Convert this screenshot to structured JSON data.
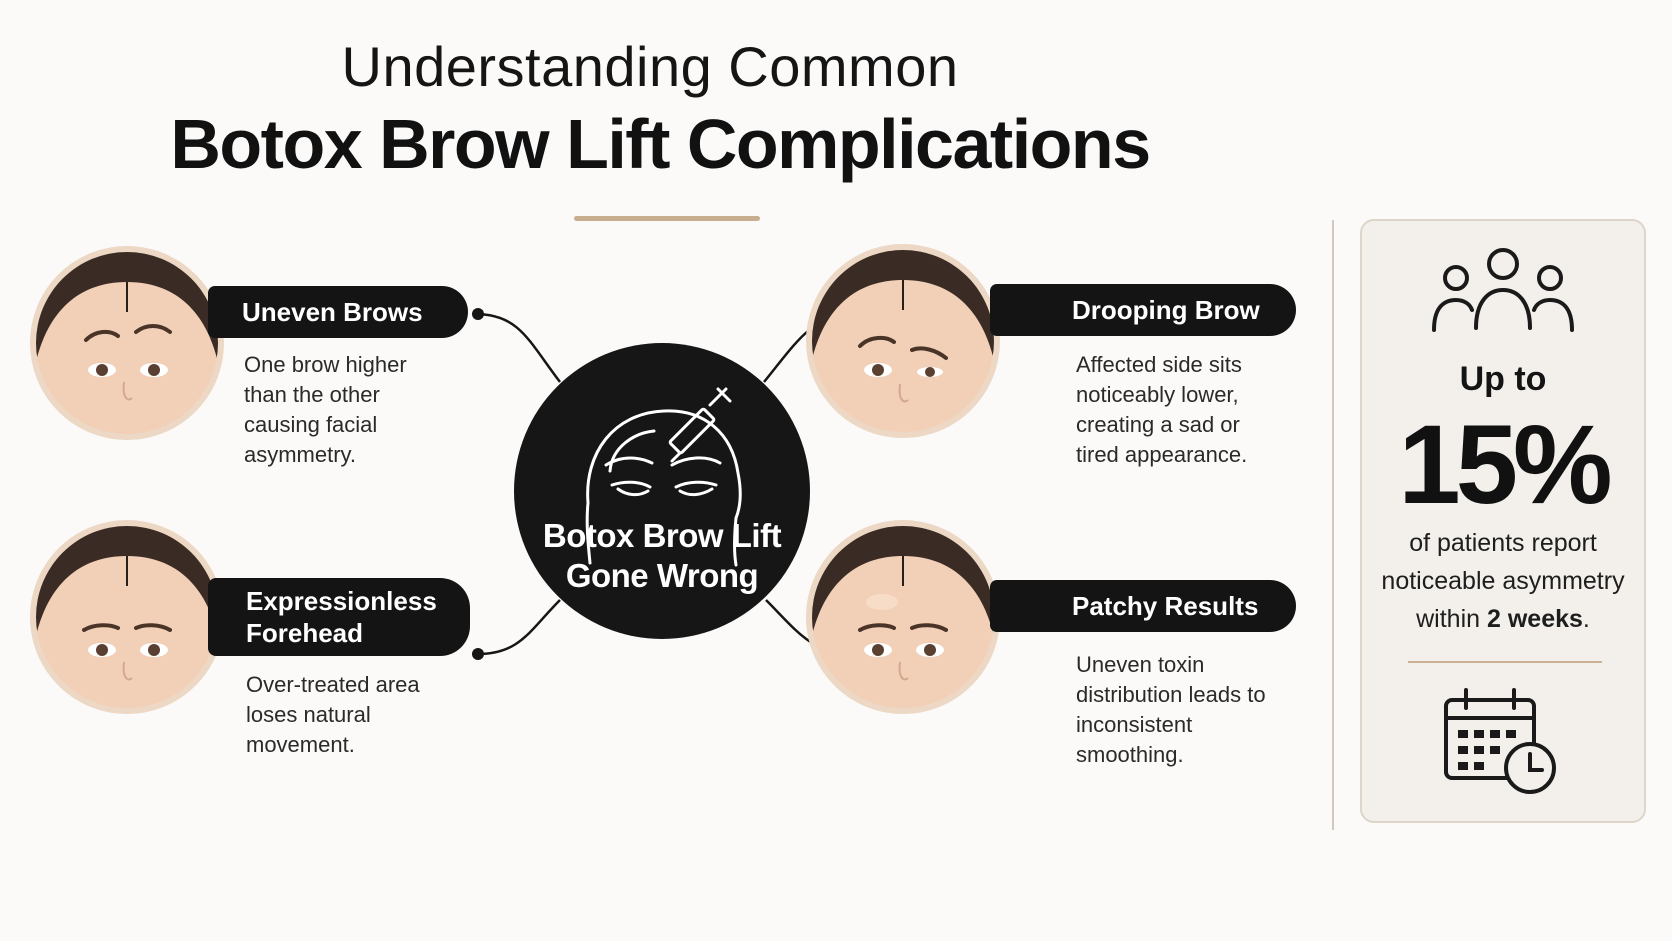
{
  "header": {
    "title_line1": "Understanding Common",
    "title_line2": "Botox Brow Lift Complications"
  },
  "center": {
    "label": "Botox Brow Lift\nGone Wrong"
  },
  "complications": [
    {
      "title": "Uneven Brows",
      "description": "One brow higher\nthan the other\ncausing facial\nasymmetry."
    },
    {
      "title": "Expressionless\nForehead",
      "description": "Over-treated area\nloses natural\nmovement."
    },
    {
      "title": "Drooping Brow",
      "description": "Affected side sits\nnoticeably lower,\ncreating a sad or\ntired appearance."
    },
    {
      "title": "Patchy Results",
      "description": "Uneven toxin\ndistribution leads to\ninconsistent\nsmoothing."
    }
  ],
  "stat": {
    "prefix": "Up to",
    "value": "15%",
    "text_before": "of patients report noticeable asymmetry within",
    "text_emphasis": "2 weeks",
    "text_after": ".",
    "icon_top": "people-group-icon",
    "icon_bottom": "calendar-clock-icon"
  },
  "colors": {
    "accent": "#c9ad8f",
    "dark": "#141414",
    "skin": "#f3d3bd",
    "card_bg": "#f3f0eb"
  }
}
